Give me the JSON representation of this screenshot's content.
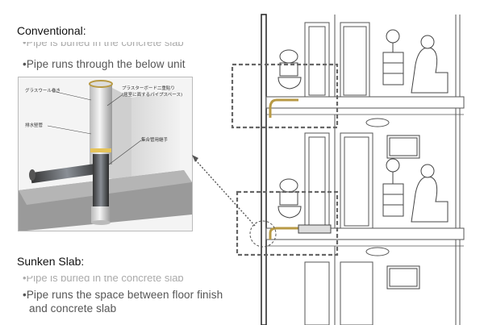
{
  "labels": {
    "conventional": "Conventional:",
    "sunken": "Sunken Slab:"
  },
  "conventional_bullets": {
    "faded": "•Pipe is buried in the concrete slab",
    "main": "•Pipe runs through the below unit"
  },
  "sunken_bullets": {
    "faded": "•Pipe is buried in the concrete slab",
    "main_line1": "•Pipe runs the space between floor finish",
    "main_line2": "and concrete slab"
  },
  "photo_labels": {
    "glass_wool": "グラスウール巻き",
    "plaster_board": "プラスターボード二重貼り",
    "plaster_board_sub": "(居室に面するパイプスペース)",
    "drain_pipe": "排水竪管",
    "joint": "集合管用継手"
  },
  "colors": {
    "pipe_gold": "#b89a45",
    "dashed_box": "#666666",
    "line": "#555555"
  }
}
